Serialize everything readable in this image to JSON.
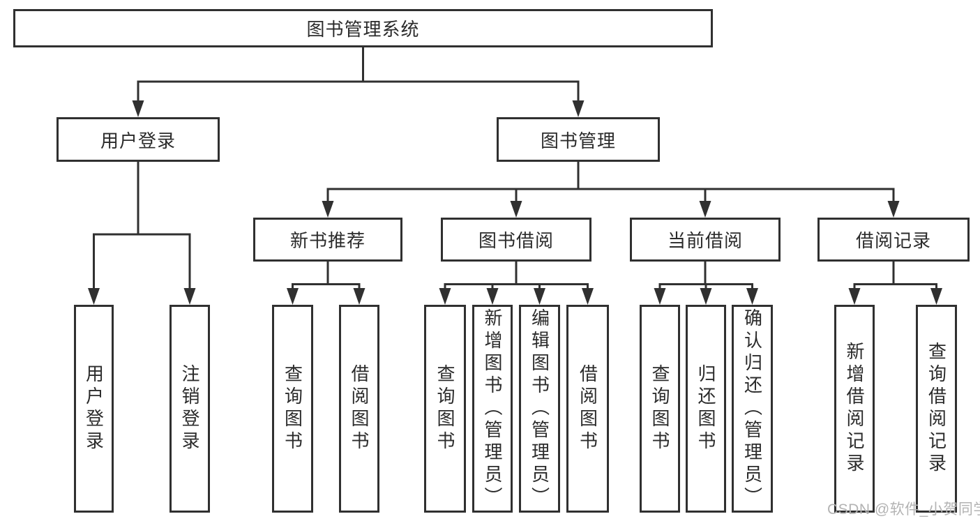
{
  "diagram_title": "图书管理系统",
  "nodes": {
    "root": {
      "label": "图书管理系统"
    },
    "user_login": {
      "label": "用户登录"
    },
    "book_management": {
      "label": "图书管理"
    },
    "user_login_leaf": {
      "label": "用户登录"
    },
    "logout_leaf": {
      "label": "注销登录"
    },
    "new_book_rec": {
      "label": "新书推荐"
    },
    "book_borrow": {
      "label": "图书借阅"
    },
    "current_borrow": {
      "label": "当前借阅"
    },
    "borrow_records": {
      "label": "借阅记录"
    },
    "nb_query": {
      "label": "查询图书"
    },
    "nb_borrow": {
      "label": "借阅图书"
    },
    "bb_query": {
      "label": "查询图书"
    },
    "bb_add": {
      "label": "新增图书（管理员）"
    },
    "bb_edit": {
      "label": "编辑图书（管理员）"
    },
    "bb_borrow": {
      "label": "借阅图书"
    },
    "cb_query": {
      "label": "查询图书"
    },
    "cb_return": {
      "label": "归还图书"
    },
    "cb_confirm": {
      "label": "确认归还（管理员）"
    },
    "br_add": {
      "label": "新增借阅记录"
    },
    "br_query": {
      "label": "查询借阅记录"
    }
  },
  "structure": {
    "图书管理系统": [
      "用户登录",
      "图书管理"
    ],
    "用户登录": [
      "用户登录",
      "注销登录"
    ],
    "图书管理": [
      "新书推荐",
      "图书借阅",
      "当前借阅",
      "借阅记录"
    ],
    "新书推荐": [
      "查询图书",
      "借阅图书"
    ],
    "图书借阅": [
      "查询图书",
      "新增图书（管理员）",
      "编辑图书（管理员）",
      "借阅图书"
    ],
    "当前借阅": [
      "查询图书",
      "归还图书",
      "确认归还（管理员）"
    ],
    "借阅记录": [
      "新增借阅记录",
      "查询借阅记录"
    ]
  },
  "watermark": {
    "text": "CSDN @软件_小贺同学"
  },
  "colors": {
    "stroke": "#303030",
    "text": "#2b2b2b",
    "watermark": "#b3b3b3",
    "background": "#ffffff"
  }
}
